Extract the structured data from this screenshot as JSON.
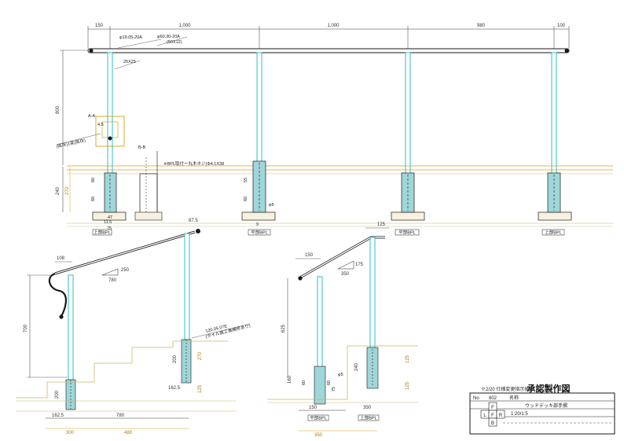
{
  "top_view": {
    "dims_top": [
      "150",
      "1,000",
      "1,000",
      "980",
      "100"
    ],
    "pipe_label_1": "φ19.05-20A",
    "pipe_label_2": "φ60.30-20A",
    "pipe_label_3": "(50X12)",
    "bracket_label": "25X25",
    "height_800": "800",
    "height_240": "240",
    "height_270": "270",
    "sec_aa": "A-A",
    "sec_bb": "B-B",
    "dim_45": "4.5",
    "note_main": "※BPL取付ー丸木ネジ(Φ4.1X38",
    "note_left": "(既存)1梁(既存)",
    "small_dims": [
      "60",
      "60",
      "55",
      "60"
    ],
    "fot_dims": [
      "47",
      "11.5",
      "75",
      "9"
    ],
    "phi5": "φ5",
    "plate_labels": [
      "上部BPL",
      "平部BPL",
      "平部BPL",
      "上部BPL"
    ]
  },
  "left_elev": {
    "dim_108": "108",
    "slope_a": "250",
    "slope_b": "780",
    "height_700": "700",
    "height_200": "200",
    "dim_1625_top": "162.5",
    "dim_875": "87.5",
    "dim_200b": "200",
    "dim_270": "270",
    "dim_125": "125",
    "dim_1625_bottom": "162.5",
    "dim_780": "780",
    "dim_300": "300",
    "dim_480": "480",
    "tile_note_1": "120.05.07E",
    "tile_note_2": "(タイル施工後補修あり)"
  },
  "right_elev": {
    "dim_150": "150",
    "dim_125": "125",
    "slope_a": "175",
    "slope_b": "350",
    "height_625": "625",
    "dim_160": "160",
    "dim_240": "240",
    "dim_125b": "125",
    "dim_125c": "125",
    "phi5": "φ5",
    "bot_150": "150",
    "bot_350": "350",
    "bot_350b": "350",
    "bpl_a": "平部BPL",
    "bpl_b": "上部BPL",
    "small": [
      "60",
      "60",
      "75"
    ]
  },
  "title_block": {
    "header": "承認製作図",
    "note": "※2/20 仕様変更指示後",
    "no_label": "No",
    "no_value": "802",
    "name_label": "名称",
    "name_value": "ウッドデッキ部手摺",
    "scale_value": "1:20/1:5",
    "row_l": "L",
    "row_f": "F",
    "row_r": "R",
    "row_b": "B"
  },
  "colors": {
    "line": "#1a1a1a",
    "cyan": "#2bbfc7",
    "teal_fill": "#9fd6da",
    "orange": "#d9a21a",
    "ground": "#c9b66b"
  }
}
